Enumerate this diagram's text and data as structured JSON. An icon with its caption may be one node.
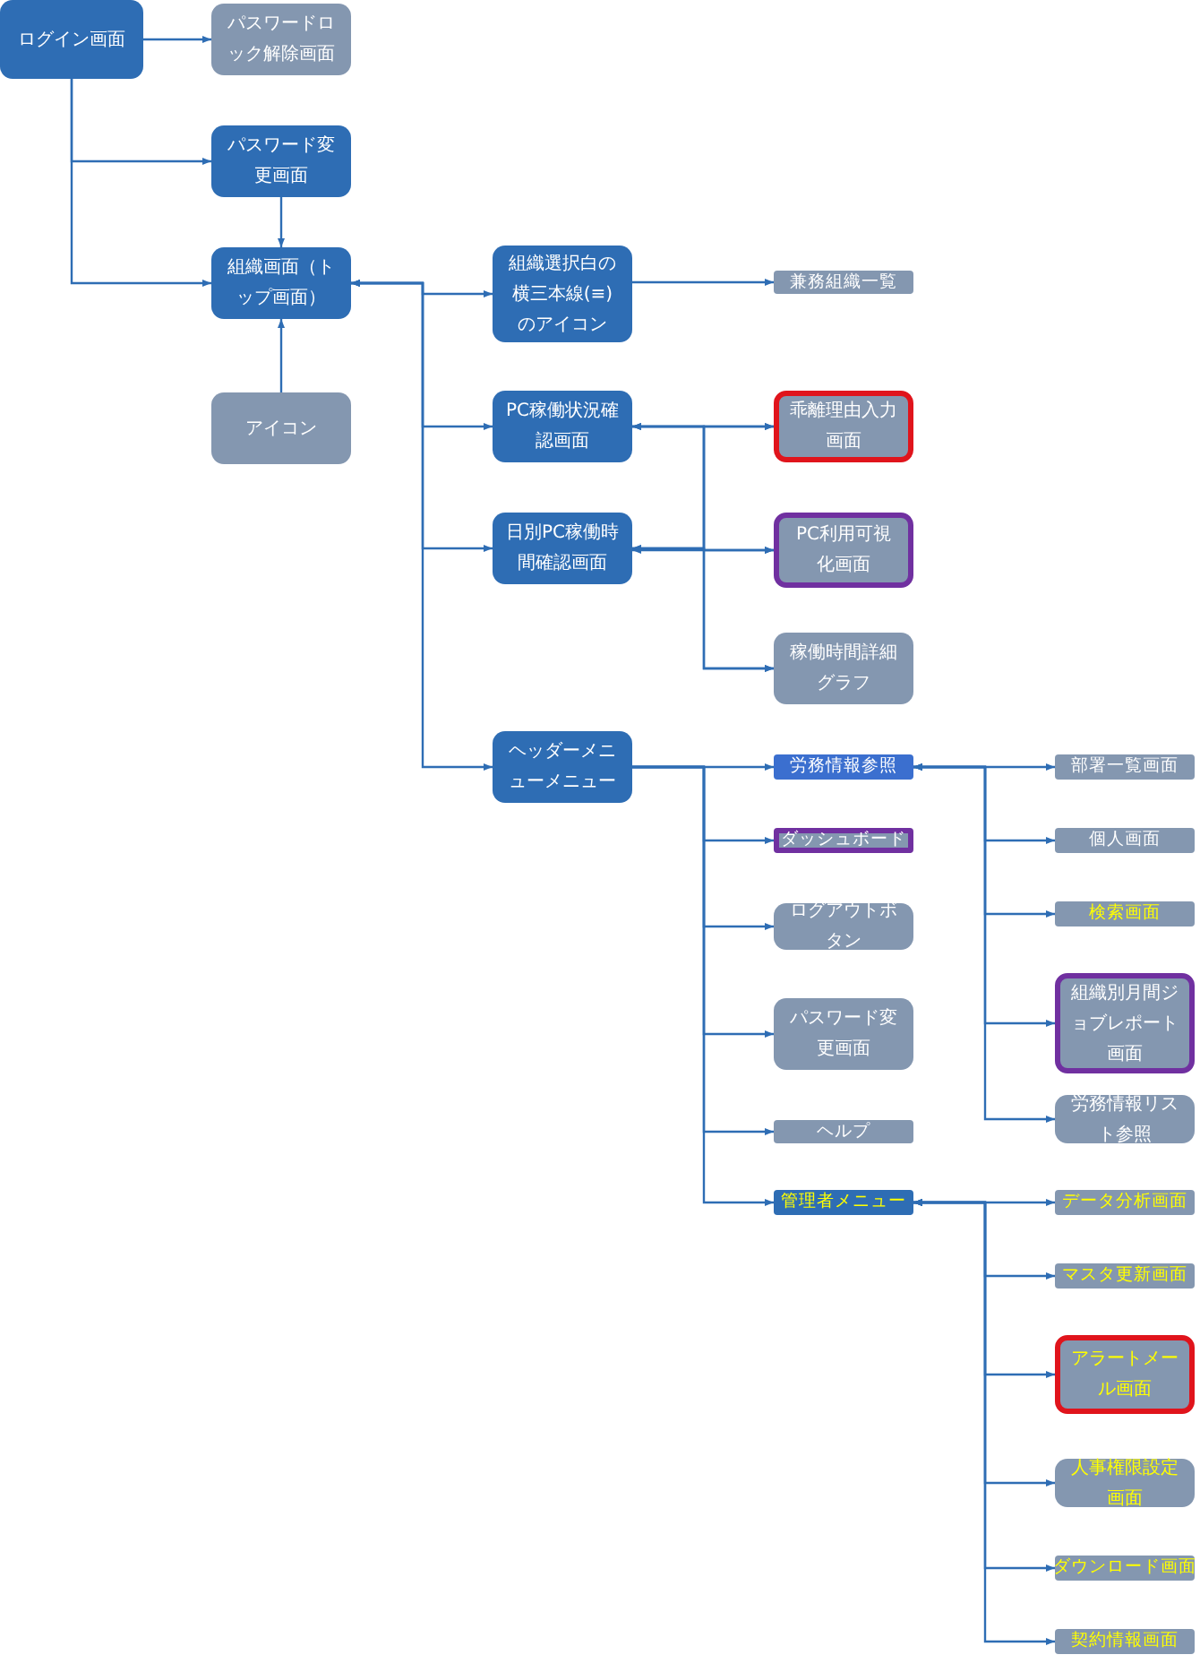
{
  "diagram": {
    "nodes": [
      {
        "text": [
          "ログイン画面"
        ]
      },
      {
        "text": [
          "パスワードロック解除画面"
        ]
      },
      {
        "text": [
          "パスワード変更画面"
        ]
      },
      {
        "text": [
          "組織画面（トップ画面）"
        ]
      },
      {
        "text": [
          "アイコン"
        ]
      },
      {
        "text": [
          "組織選択白の横三本線(≡)のアイコン"
        ]
      },
      {
        "text": [
          "兼務組織一覧"
        ]
      },
      {
        "text": [
          "PC稼働状況確認画面"
        ]
      },
      {
        "text": [
          "乖離理由入力画面"
        ]
      },
      {
        "text": [
          "日別PC稼働時間確認画面"
        ]
      },
      {
        "text": [
          "PC利用可視化画面"
        ]
      },
      {
        "text": [
          "稼働時間詳細グラフ"
        ]
      },
      {
        "text": [
          "ヘッダーメニューメニュー"
        ]
      },
      {
        "text": [
          "労務情報参照"
        ]
      },
      {
        "text": [
          "ダッシュボード"
        ]
      },
      {
        "text": [
          "ログアウトボタン"
        ]
      },
      {
        "text": [
          "パスワード変更画面"
        ]
      },
      {
        "text": [
          "ヘルプ"
        ]
      },
      {
        "text": [
          "管理者メニュー"
        ]
      },
      {
        "text": [
          "部署一覧画面"
        ]
      },
      {
        "text": [
          "個人画面"
        ]
      },
      {
        "text": [
          "検索画面"
        ]
      },
      {
        "text": [
          "組織別月間ジョブレポート画面"
        ]
      },
      {
        "text": [
          "労務情報リスト参照"
        ]
      },
      {
        "text": [
          "データ分析画面"
        ]
      },
      {
        "text": [
          "マスタ更新画面"
        ]
      },
      {
        "text": [
          "アラートメール画面"
        ]
      },
      {
        "text": [
          "人事権限設定画面"
        ]
      },
      {
        "text": [
          "ダウンロード画面"
        ]
      },
      {
        "text": [
          "契約情報画面"
        ]
      }
    ],
    "edges": [
      {
        "from": 0,
        "to": 1,
        "arrow": "to"
      },
      {
        "from": 0,
        "to": 2,
        "arrow": "to"
      },
      {
        "from": 0,
        "to": 3,
        "arrow": "to"
      },
      {
        "from": 2,
        "to": 3,
        "arrow": "to"
      },
      {
        "from": 4,
        "to": 3,
        "arrow": "to"
      },
      {
        "from": 3,
        "to": 5,
        "arrow": "both"
      },
      {
        "from": 3,
        "to": 7,
        "arrow": "both"
      },
      {
        "from": 3,
        "to": 9,
        "arrow": "both"
      },
      {
        "from": 3,
        "to": 12,
        "arrow": "both"
      },
      {
        "from": 5,
        "to": 6,
        "arrow": "both"
      },
      {
        "from": 7,
        "to": 8,
        "arrow": "both"
      },
      {
        "from": 7,
        "to": 10,
        "arrow": "both"
      },
      {
        "from": 7,
        "to": 11,
        "arrow": "both"
      },
      {
        "from": 9,
        "to": 8,
        "arrow": "both"
      },
      {
        "from": 9,
        "to": 10,
        "arrow": "both"
      },
      {
        "from": 9,
        "to": 11,
        "arrow": "both"
      },
      {
        "from": 12,
        "to": 13,
        "arrow": "to"
      },
      {
        "from": 12,
        "to": 14,
        "arrow": "to"
      },
      {
        "from": 12,
        "to": 15,
        "arrow": "to"
      },
      {
        "from": 12,
        "to": 16,
        "arrow": "to"
      },
      {
        "from": 12,
        "to": 17,
        "arrow": "to"
      },
      {
        "from": 12,
        "to": 18,
        "arrow": "to"
      },
      {
        "from": 13,
        "to": 19,
        "arrow": "both"
      },
      {
        "from": 13,
        "to": 20,
        "arrow": "both"
      },
      {
        "from": 13,
        "to": 21,
        "arrow": "both"
      },
      {
        "from": 13,
        "to": 22,
        "arrow": "both"
      },
      {
        "from": 13,
        "to": 23,
        "arrow": "both"
      },
      {
        "from": 18,
        "to": 24,
        "arrow": "both"
      },
      {
        "from": 18,
        "to": 25,
        "arrow": "both"
      },
      {
        "from": 18,
        "to": 26,
        "arrow": "both"
      },
      {
        "from": 18,
        "to": 27,
        "arrow": "both"
      },
      {
        "from": 18,
        "to": 28,
        "arrow": "both"
      },
      {
        "from": 18,
        "to": 29,
        "arrow": "both"
      }
    ]
  }
}
